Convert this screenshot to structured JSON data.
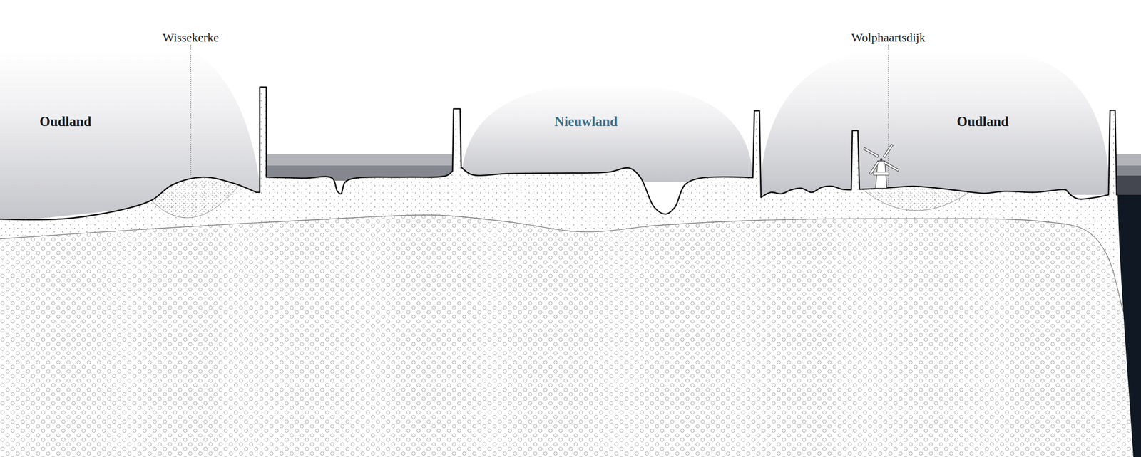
{
  "diagram": {
    "labels": [
      "Wissekerke",
      "Wolphaartsdijk",
      "Oudland",
      "Nieuwland",
      "Oudland"
    ]
  }
}
